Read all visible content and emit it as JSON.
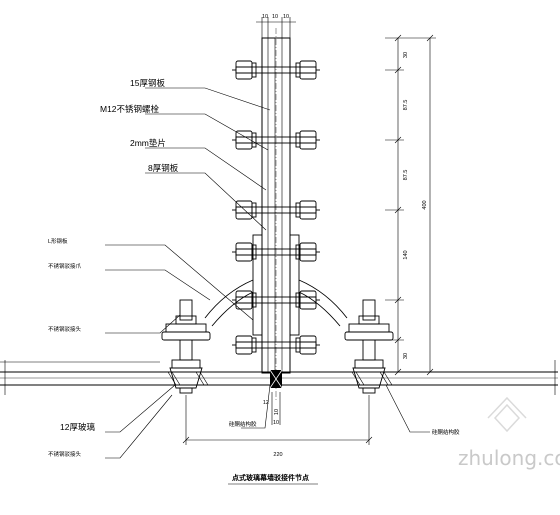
{
  "labels_left": [
    {
      "id": "lbl-15",
      "text": "15厚钢板"
    },
    {
      "id": "lbl-m12",
      "text": "M12不锈钢螺栓"
    },
    {
      "id": "lbl-2mm",
      "text": "2mm垫片"
    },
    {
      "id": "lbl-8",
      "text": "8厚钢板"
    },
    {
      "id": "lbl-l",
      "text": "L形钢板"
    },
    {
      "id": "lbl-a",
      "text": "不锈钢驳接爪"
    },
    {
      "id": "lbl-b",
      "text": "不锈钢驳接头"
    },
    {
      "id": "lbl-12",
      "text": "12厚玻璃"
    },
    {
      "id": "lbl-c",
      "text": "不锈钢驳接头"
    }
  ],
  "labels_bottom": [
    {
      "id": "lbl-d",
      "text": "硅酮结构胶"
    },
    {
      "id": "lbl-e",
      "text": "硅酮结构胶"
    }
  ],
  "dims_top": [
    "10",
    "10",
    "10"
  ],
  "dims_right": [
    "30",
    "87.5",
    "87.5",
    "140",
    "30",
    "400"
  ],
  "dims_bottom": [
    "10",
    "12",
    "10",
    "220"
  ],
  "title": "点式玻璃幕墙驳接件节点",
  "watermark": "zhulong.com"
}
